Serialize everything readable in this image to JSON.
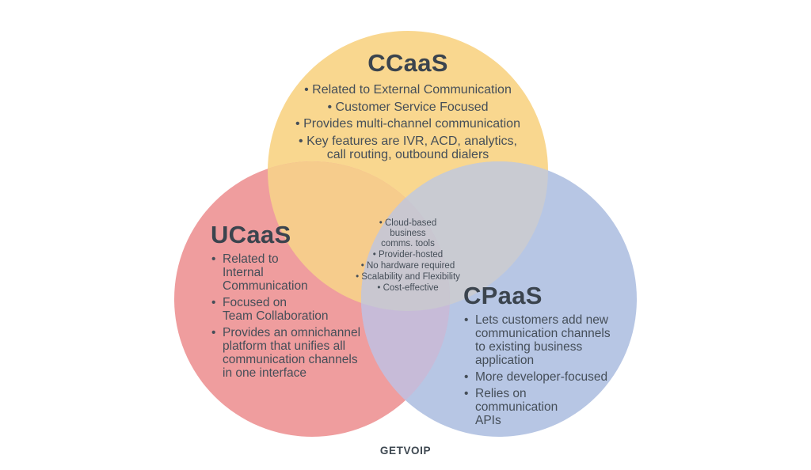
{
  "canvas": {
    "background": "#ffffff"
  },
  "venn": {
    "colors": {
      "ccaas_fill": "#F9D78F",
      "ucaas_fill": "#EF9D9E",
      "cpaas_fill": "#B7C6E4",
      "overlap_ccaas_ucaas": "#F6CC8C",
      "overlap_ccaas_cpaas": "#C9CBD2",
      "overlap_ucaas_cpaas": "#C7BBD8",
      "overlap_center": "#C9C7D0"
    },
    "ccaas": {
      "title": "CCaaS",
      "items": [
        "Related to External Communication",
        "Customer Service Focused",
        "Provides multi-channel communication",
        "Key features are IVR, ACD, analytics,\ncall routing, outbound dialers"
      ]
    },
    "ucaas": {
      "title": "UCaaS",
      "items": [
        "Related to\nInternal\nCommunication",
        "Focused on\nTeam Collaboration",
        "Provides an omnichannel\nplatform that unifies all\ncommunication channels\nin one interface"
      ]
    },
    "cpaas": {
      "title": "CPaaS",
      "items": [
        "Lets customers add new\ncommunication channels\nto existing business\napplication",
        "More developer-focused",
        "Relies on\ncommunication\nAPIs"
      ]
    },
    "shared": {
      "items": [
        "Cloud-based\nbusiness\ncomms. tools",
        "Provider-hosted",
        "No hardware required",
        "Scalability and Flexibility",
        "Cost-effective"
      ]
    }
  },
  "footer": {
    "logo": "GETVOIP"
  }
}
